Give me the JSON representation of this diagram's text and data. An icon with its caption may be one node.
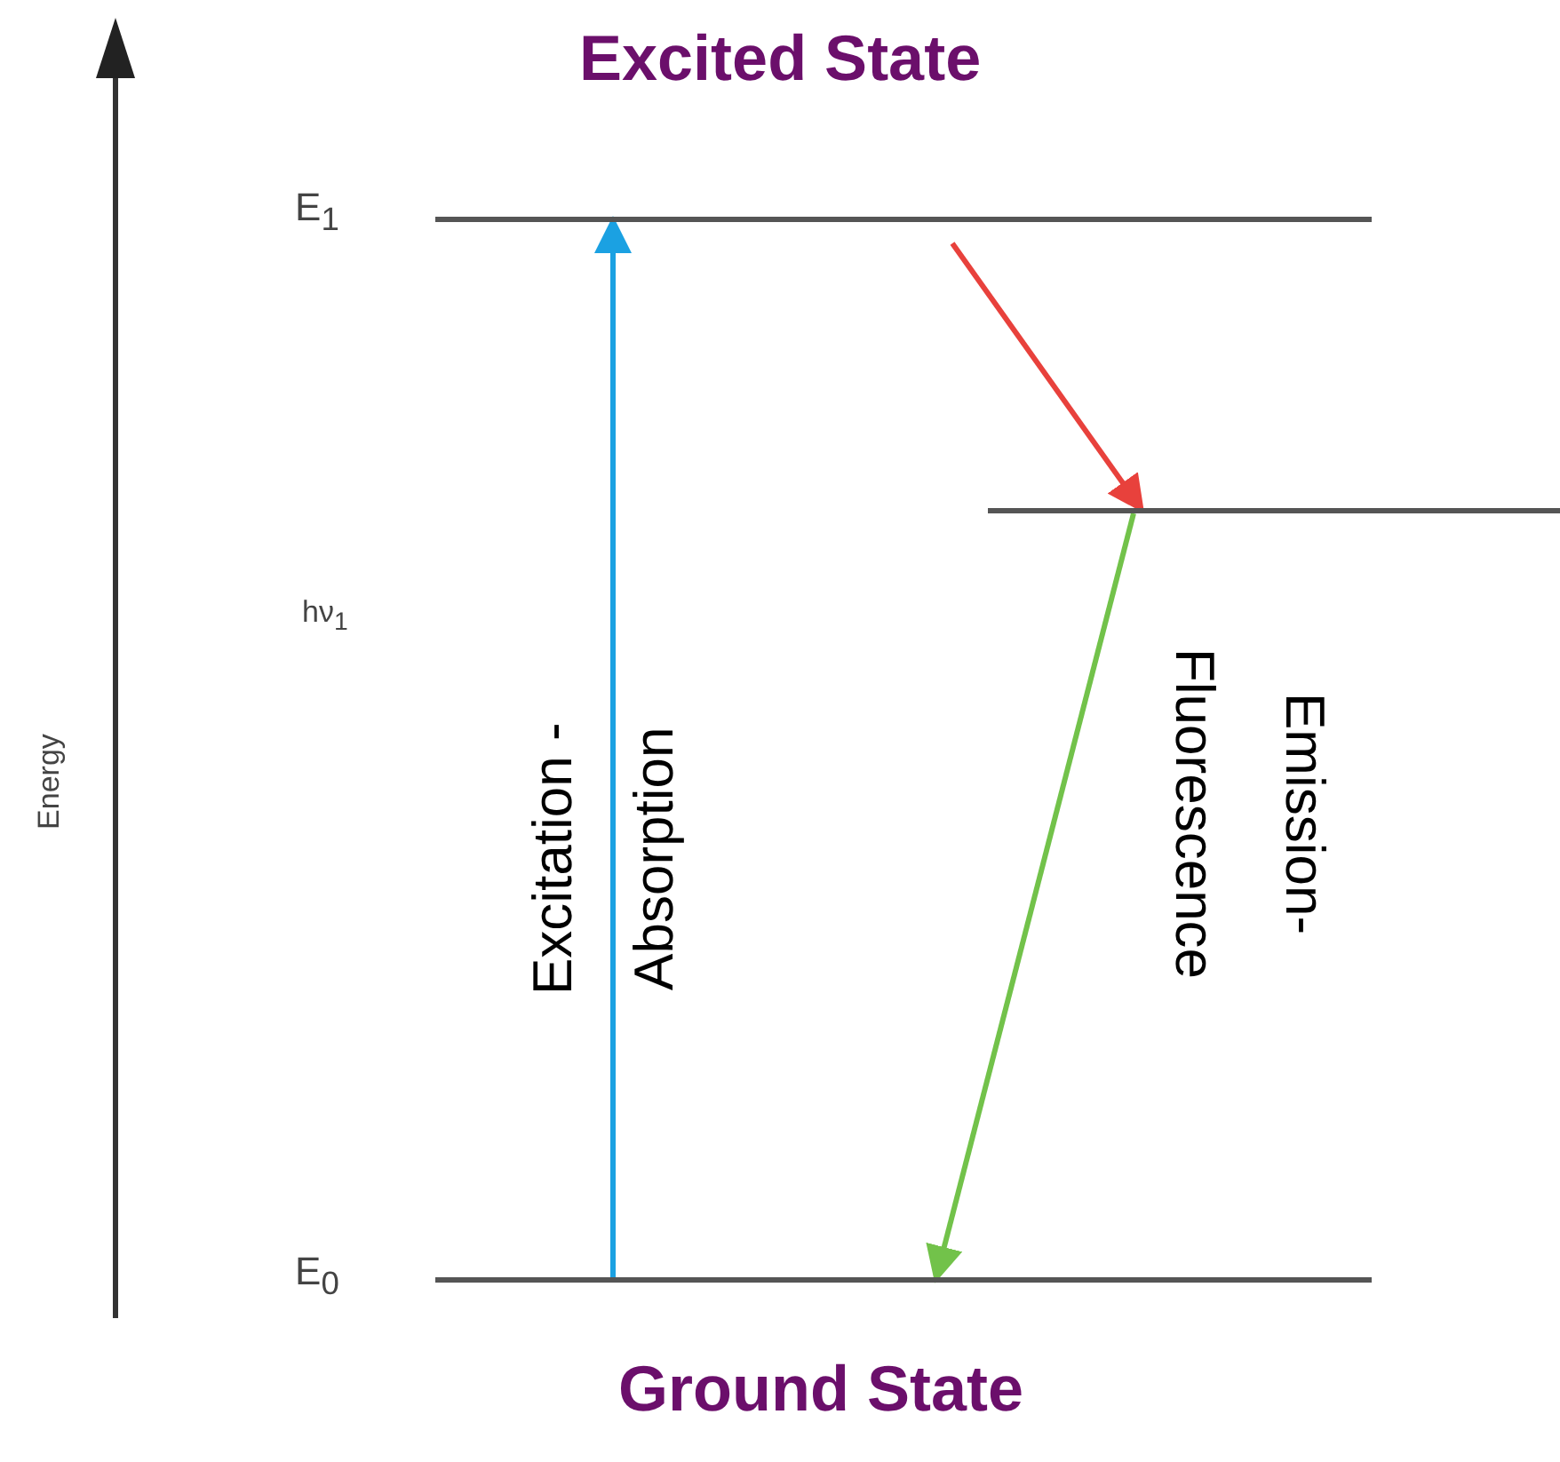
{
  "diagram": {
    "nodes": [
      {
        "text": [],
        "shape": "bar",
        "beside": [
          "E$_{1}$"
        ]
      },
      {
        "text": [],
        "shape": "bar"
      },
      {
        "text": [],
        "shape": "bar",
        "beside": [
          "E$_{0}$"
        ]
      }
    ],
    "edges": [
      {
        "from": 2,
        "to": 0,
        "arrow": "to",
        "color": "#1ba1e2",
        "label": "Excitation - Absorption"
      },
      {
        "from": 0,
        "to": 1,
        "arrow": "to",
        "color": "#e8413c"
      },
      {
        "from": 1,
        "to": 2,
        "arrow": "to",
        "color": "#72c24a",
        "label": "Emission-Fluorescence"
      }
    ],
    "labels": [
      "Excited State",
      "hν$_{1}$",
      "Energy",
      "Ground State"
    ]
  }
}
